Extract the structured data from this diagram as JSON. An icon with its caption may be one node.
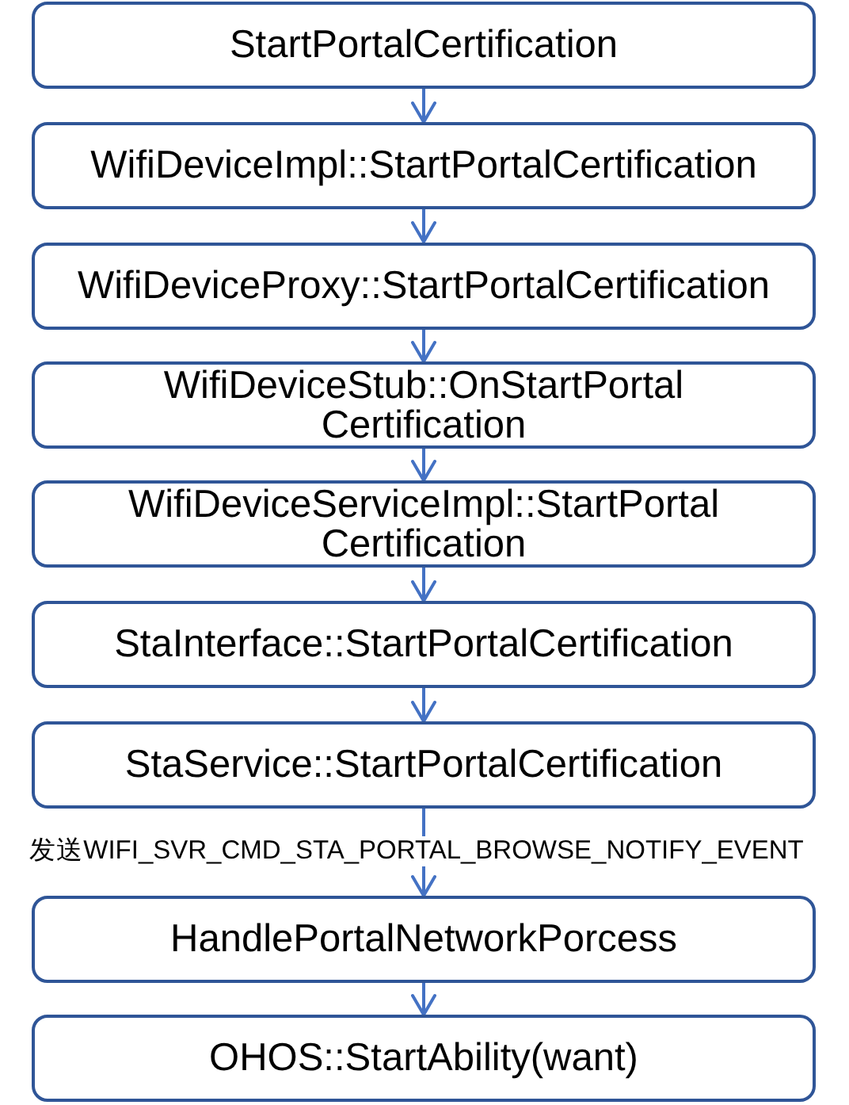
{
  "diagram": {
    "nodes": [
      {
        "text": [
          "StartPortalCertification"
        ]
      },
      {
        "text": [
          "WifiDeviceImpl::StartPortalCertification"
        ]
      },
      {
        "text": [
          "WifiDeviceProxy::StartPortalCertification"
        ]
      },
      {
        "text": [
          "WifiDeviceStub::OnStartPortal Certification"
        ]
      },
      {
        "text": [
          "WifiDeviceServiceImpl::StartPortal Certification"
        ]
      },
      {
        "text": [
          "StaInterface::StartPortalCertification"
        ]
      },
      {
        "text": [
          "StaService::StartPortalCertification"
        ]
      },
      {
        "text": [
          "HandlePortalNetworkPorcess"
        ]
      },
      {
        "text": [
          "OHOS::StartAbility(want)"
        ]
      }
    ],
    "edges": [
      {
        "from": 0,
        "to": 1,
        "arrow": "to"
      },
      {
        "from": 1,
        "to": 2,
        "arrow": "to"
      },
      {
        "from": 2,
        "to": 3,
        "arrow": "to"
      },
      {
        "from": 3,
        "to": 4,
        "arrow": "to"
      },
      {
        "from": 4,
        "to": 5,
        "arrow": "to"
      },
      {
        "from": 5,
        "to": 6,
        "arrow": "to"
      },
      {
        "from": 6,
        "to": 7,
        "arrow": "to",
        "label": "发送WIFI_SVR_CMD_STA_PORTAL_BROWSE_NOTIFY_EVENT"
      },
      {
        "from": 7,
        "to": 8,
        "arrow": "to"
      }
    ]
  }
}
